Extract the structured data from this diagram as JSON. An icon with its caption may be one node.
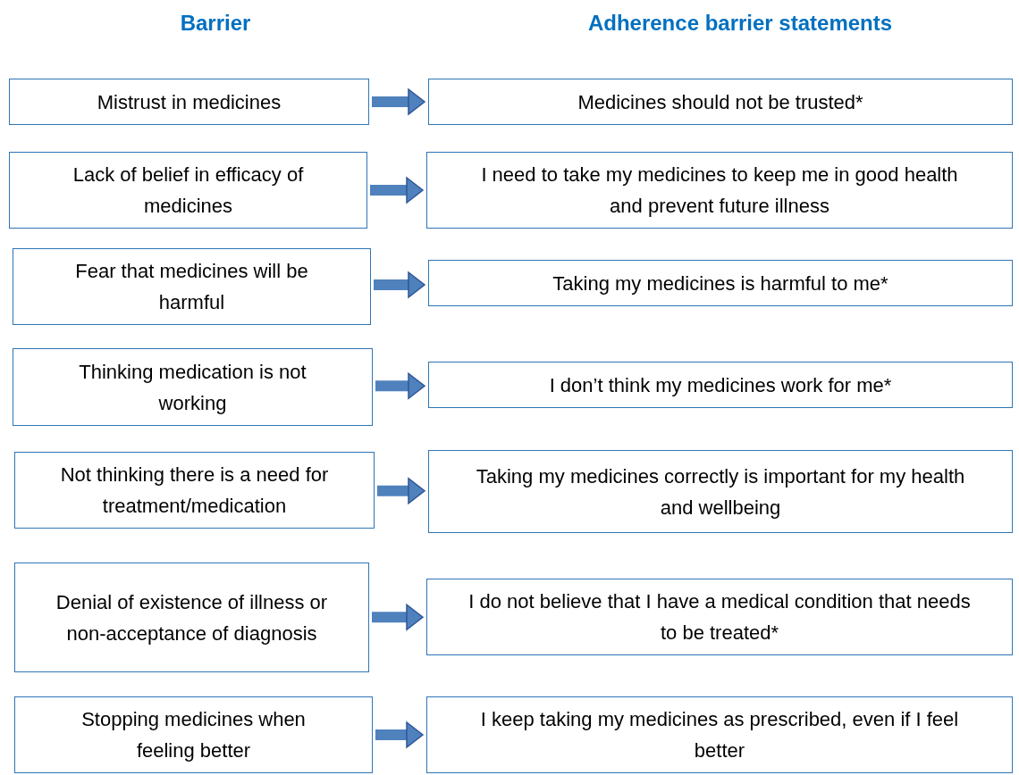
{
  "diagram": {
    "nodes": [
      {
        "text": [
          "Mistrust in medicines"
        ]
      },
      {
        "text": [
          "Medicines should not be trusted*"
        ]
      },
      {
        "text": [
          "Lack of belief in efficacy of medicines"
        ]
      },
      {
        "text": [
          "I need to take my medicines to keep me in good health and prevent future illness"
        ]
      },
      {
        "text": [
          "Fear that medicines will be harmful"
        ]
      },
      {
        "text": [
          "Taking my medicines is harmful to me*"
        ]
      },
      {
        "text": [
          "Thinking medication is not working"
        ]
      },
      {
        "text": [
          "I don’t think my medicines work for me*"
        ]
      },
      {
        "text": [
          "Not thinking there is a need for treatment/medication"
        ]
      },
      {
        "text": [
          "Taking my medicines correctly is important for my health and wellbeing"
        ]
      },
      {
        "text": [
          "Denial of existence of illness or non-acceptance of diagnosis"
        ]
      },
      {
        "text": [
          "I do not believe that I have a medical condition that needs to be treated*"
        ]
      },
      {
        "text": [
          "Stopping medicines when feeling better"
        ]
      },
      {
        "text": [
          "I keep taking my medicines as prescribed, even if I feel better"
        ]
      }
    ],
    "edges": [
      {
        "from": 0,
        "to": 1,
        "arrow": "to"
      },
      {
        "from": 2,
        "to": 3,
        "arrow": "to"
      },
      {
        "from": 4,
        "to": 5,
        "arrow": "to"
      },
      {
        "from": 6,
        "to": 7,
        "arrow": "to"
      },
      {
        "from": 8,
        "to": 9,
        "arrow": "to"
      },
      {
        "from": 10,
        "to": 11,
        "arrow": "to"
      },
      {
        "from": 12,
        "to": 13,
        "arrow": "to"
      }
    ],
    "labels": [
      "Barrier",
      "Adherence barrier statements"
    ]
  }
}
